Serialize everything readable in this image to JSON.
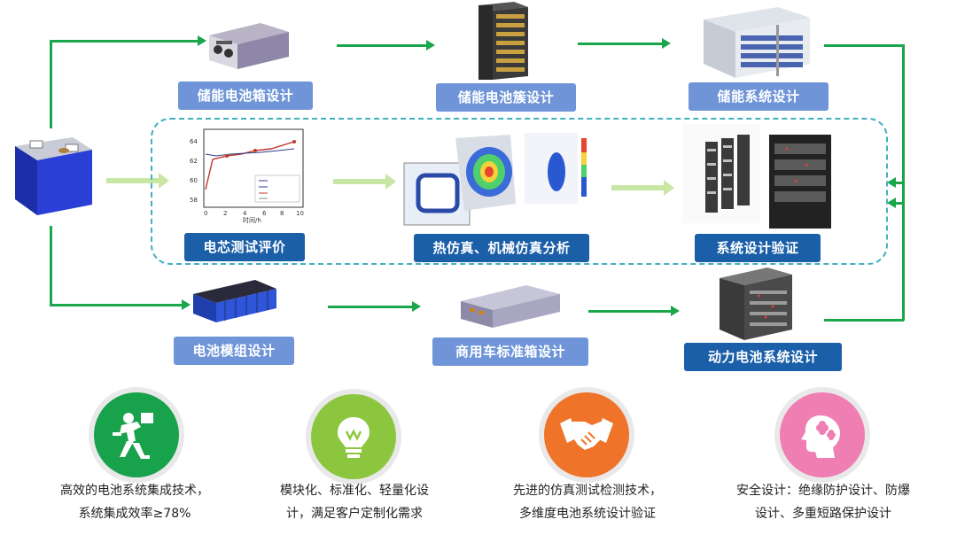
{
  "labels": {
    "pack_design": "储能电池箱设计",
    "cluster_design": "储能电池簇设计",
    "storage_system_design": "储能系统设计",
    "cell_test": "电芯测试评价",
    "simulation": "热仿真、机械仿真分析",
    "system_verify": "系统设计验证",
    "module_design": "电池模组设计",
    "commercial_pack": "商用车标准箱设计",
    "power_system": "动力电池系统设计"
  },
  "features": [
    {
      "icon": "running-man-icon",
      "color": "#17a24b",
      "line1": "高效的电池系统集成技术，",
      "line2": "系统集成效率≥78%"
    },
    {
      "icon": "lightbulb-icon",
      "color": "#8cc63e",
      "line1": "模块化、标准化、轻量化设",
      "line2": "计，满足客户定制化需求"
    },
    {
      "icon": "handshake-icon",
      "color": "#f0732a",
      "line1": "先进的仿真测试检测技术，",
      "line2": "多维度电池系统设计验证"
    },
    {
      "icon": "brain-icon",
      "color": "#ef7fb3",
      "line1": "安全设计：绝缘防护设计、防爆",
      "line2": "设计、多重短路保护设计"
    }
  ],
  "chart_mini": {
    "xlabel": "时间/h",
    "ticks_x": [
      "0",
      "2",
      "4",
      "6",
      "8",
      "10"
    ],
    "ticks_y": [
      "64",
      "62",
      "60",
      "58"
    ]
  }
}
